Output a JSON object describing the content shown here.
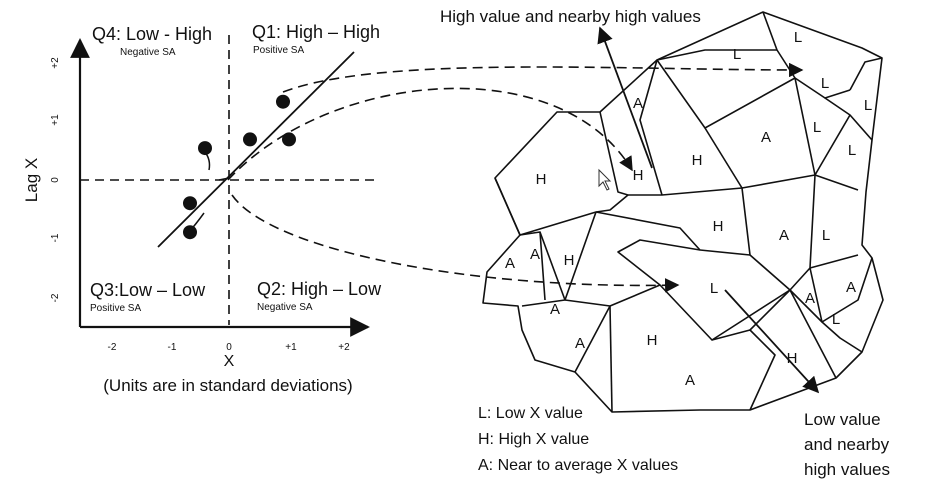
{
  "scatter": {
    "q4_title": "Q4: Low - High",
    "q4_sub": "Negative SA",
    "q1_title": "Q1: High – High",
    "q1_sub": "Positive SA",
    "q3_title": "Q3:Low – Low",
    "q3_sub": "Positive SA",
    "q2_title": "Q2: High – Low",
    "q2_sub": "Negative SA",
    "ylabel": "Lag X",
    "xlabel": "X",
    "units_note": "(Units are in standard deviations)",
    "x_ticks": [
      "-2",
      "-1",
      "0",
      "+1",
      "+2"
    ],
    "y_ticks": [
      "+2",
      "+1",
      "0",
      "-1",
      "-2"
    ],
    "points": [
      {
        "x": 0.9,
        "y": 1.35
      },
      {
        "x": 0.35,
        "y": 0.7
      },
      {
        "x": 1.0,
        "y": 0.7
      },
      {
        "x": -0.4,
        "y": 0.55
      },
      {
        "x": -0.65,
        "y": -0.4
      },
      {
        "x": -0.65,
        "y": -0.9
      }
    ]
  },
  "map": {
    "top_annotation": "High value and nearby high values",
    "bottom_annotation": [
      "Low value",
      "and nearby",
      "high values"
    ],
    "cells": [
      {
        "label": "L"
      },
      {
        "label": "L"
      },
      {
        "label": "L"
      },
      {
        "label": "A"
      },
      {
        "label": "A"
      },
      {
        "label": "L"
      },
      {
        "label": "L"
      },
      {
        "label": "H"
      },
      {
        "label": "H"
      },
      {
        "label": "H"
      },
      {
        "label": "H"
      },
      {
        "label": "A"
      },
      {
        "label": "L"
      },
      {
        "label": "A"
      },
      {
        "label": "A"
      },
      {
        "label": "H"
      },
      {
        "label": "L"
      },
      {
        "label": "A"
      },
      {
        "label": "A"
      },
      {
        "label": "L"
      },
      {
        "label": "A"
      },
      {
        "label": "A"
      },
      {
        "label": "H"
      },
      {
        "label": "A"
      },
      {
        "label": "H"
      }
    ]
  },
  "legend": [
    "L: Low X value",
    "H: High X value",
    "A: Near to average X values"
  ]
}
